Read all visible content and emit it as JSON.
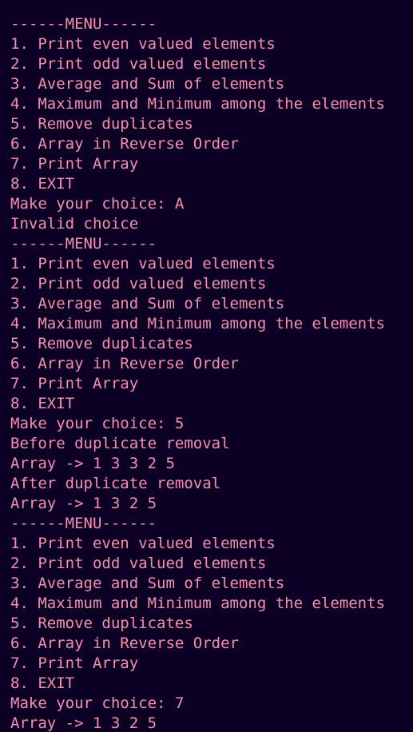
{
  "terminal": {
    "lines": [
      "------MENU------",
      "1. Print even valued elements",
      "2. Print odd valued elements",
      "3. Average and Sum of elements",
      "4. Maximum and Minimum among the elements",
      "5. Remove duplicates",
      "6. Array in Reverse Order",
      "7. Print Array",
      "8. EXIT",
      "Make your choice: A",
      "Invalid choice",
      "------MENU------",
      "1. Print even valued elements",
      "2. Print odd valued elements",
      "3. Average and Sum of elements",
      "4. Maximum and Minimum among the elements",
      "5. Remove duplicates",
      "6. Array in Reverse Order",
      "7. Print Array",
      "8. EXIT",
      "Make your choice: 5",
      "Before duplicate removal",
      "Array -> 1 3 3 2 5",
      "After duplicate removal",
      "Array -> 1 3 2 5",
      "------MENU------",
      "1. Print even valued elements",
      "2. Print odd valued elements",
      "3. Average and Sum of elements",
      "4. Maximum and Minimum among the elements",
      "5. Remove duplicates",
      "6. Array in Reverse Order",
      "7. Print Array",
      "8. EXIT",
      "Make your choice: 7",
      "Array -> 1 3 2 5"
    ]
  },
  "colors": {
    "background": "#0c0024",
    "text": "#f48fb1"
  }
}
